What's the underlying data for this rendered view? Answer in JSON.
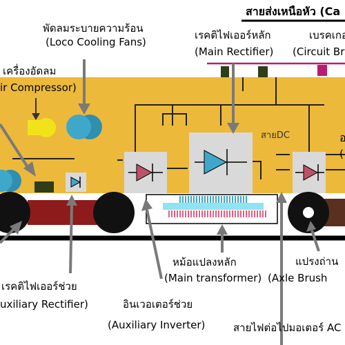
{
  "labels": {
    "overhead_line": "สายส่งเหนือหัว (Ca",
    "cooling_fans_th": "พัดลมระบายความร้อน",
    "cooling_fans_en": "(Loco Cooling Fans)",
    "main_rectifier_th": "เรคติไฟเออร์หลัก",
    "main_rectifier_en": "(Main Rectifier)",
    "circuit_breaker_th": "เบรคเกอ",
    "circuit_breaker_en": "(Circuit Br",
    "air_compressor_th": "เครื่องอัดลม",
    "air_compressor_en": "ir Compressor)",
    "dc_line": "สายDC",
    "side_letter": "อ",
    "side_paren": "(",
    "main_transformer_th": "หม้อแปลงหลัก",
    "main_transformer_en": "(Main transformer)",
    "axle_brush_th": "แปรงถ่าน",
    "axle_brush_en": "(Axle Brush",
    "aux_rectifier_th": "เรคติไฟเออร์ช่วย",
    "aux_rectifier_en": "uxiliary Rectifier)",
    "aux_inverter_th": "อินเวอเตอร์ช่วย",
    "aux_inverter_en": "(Auxiliary Inverter)",
    "ac_motor_line": "สายไฟต่อไปมอเตอร์ AC"
  },
  "colors": {
    "body": "#EDB93A",
    "box": "#D9D9D9",
    "diode_blue": "#3FA7C9",
    "diode_red": "#C0506A",
    "fan_blue": "#3FA7C9",
    "compressor_yellow": "#F2E21A",
    "wheel": "#111111",
    "frame_red": "#8E1B1B",
    "pantograph_green": "#2E3D1A",
    "pantograph_magenta": "#B51E6E",
    "arrow": "#7A7A7A",
    "transformer_cyan": "#8FE3F2",
    "transformer_pink": "#F2A0B4"
  }
}
